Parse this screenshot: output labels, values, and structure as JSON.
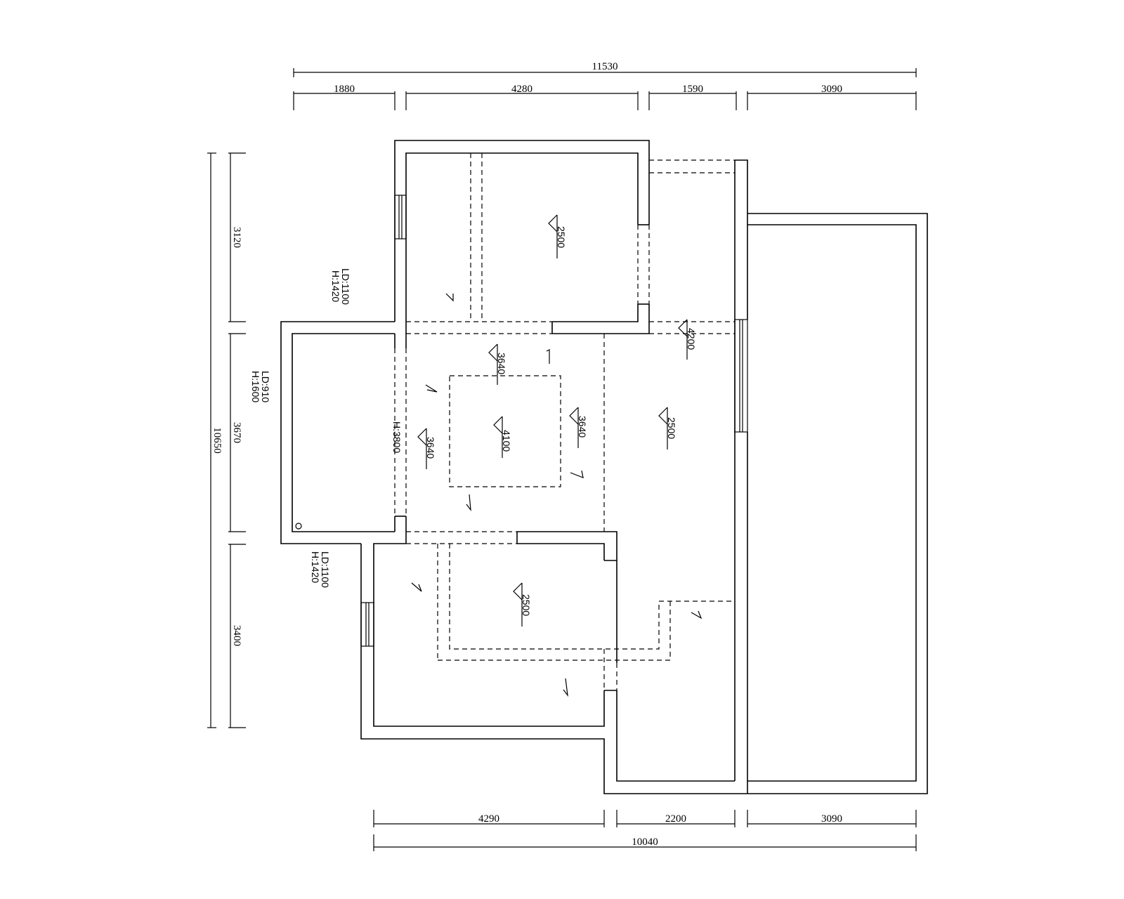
{
  "dimensions": {
    "top_total": "11530",
    "top_segments": [
      "1880",
      "4280",
      "1590",
      "3090"
    ],
    "left_total": "10650",
    "left_segments": [
      "3120",
      "3670",
      "3400"
    ],
    "bottom_total": "10040",
    "bottom_segments": [
      "4290",
      "2200",
      "3090"
    ]
  },
  "window_labels": {
    "upper_left": [
      "LD:1100",
      "H:1420"
    ],
    "middle_left": [
      "LD:910",
      "H:1600"
    ],
    "lower_left": [
      "LD:1100",
      "H:1420"
    ]
  },
  "opening_label": "H:3800",
  "ceiling_heights": {
    "top_room": "2500",
    "corridor": "4200",
    "center_top": "3640",
    "center_right": "3640",
    "center_left": "3640",
    "center": "4100",
    "right_area": "2500",
    "bottom_room": "2500"
  }
}
